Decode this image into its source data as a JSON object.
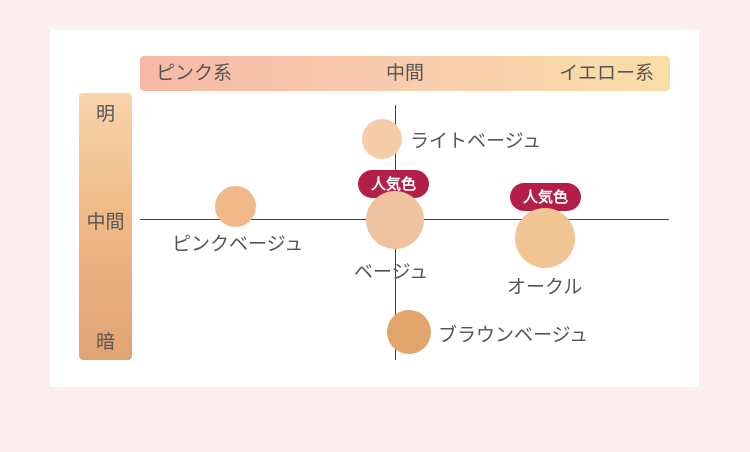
{
  "axis_x": {
    "left": "ピンク系",
    "center": "中間",
    "right": "イエロー系"
  },
  "axis_y": {
    "top": "明",
    "center": "中間",
    "bottom": "暗"
  },
  "shades": [
    {
      "name": "ライトベージュ",
      "color": "#f5cda6",
      "popular": false
    },
    {
      "name": "ピンクベージュ",
      "color": "#f1b888",
      "popular": false
    },
    {
      "name": "ベージュ",
      "color": "#f0c3a0",
      "popular": true
    },
    {
      "name": "オークル",
      "color": "#f1c594",
      "popular": true
    },
    {
      "name": "ブラウンベージュ",
      "color": "#e1a56b",
      "popular": false
    }
  ],
  "badge_text": "人気色"
}
